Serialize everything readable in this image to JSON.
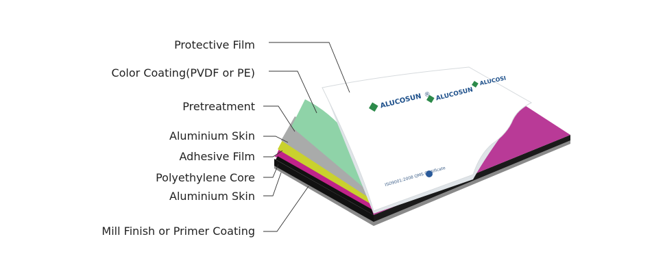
{
  "layers": [
    {
      "label": "Protective Film",
      "color": "#ffffff"
    },
    {
      "label": "Color Coating(PVDF or PE)",
      "color": "#8fd3a8"
    },
    {
      "label": "Pretreatment",
      "color": "#a9abaa"
    },
    {
      "label": "Aluminium Skin",
      "color": "#c9d12e"
    },
    {
      "label": "Adhesive Film",
      "color": "#c0238a"
    },
    {
      "label": "Polyethylene Core",
      "color": "#111111"
    },
    {
      "label": "Aluminium Skin",
      "color": "#444444"
    },
    {
      "label": "Mill Finish or Primer Coating",
      "color": "#6e6e6e"
    }
  ],
  "film": {
    "brand": "ALUCOSUN",
    "brand_partial": "ALUCOSI",
    "certificate": "ISO9001:2008 QMS Certificate",
    "registered_mark": "®"
  },
  "colors": {
    "panel_top": "#b93a97",
    "panel_side": "#111111",
    "label_text": "#222222",
    "leader_line": "#333333"
  }
}
